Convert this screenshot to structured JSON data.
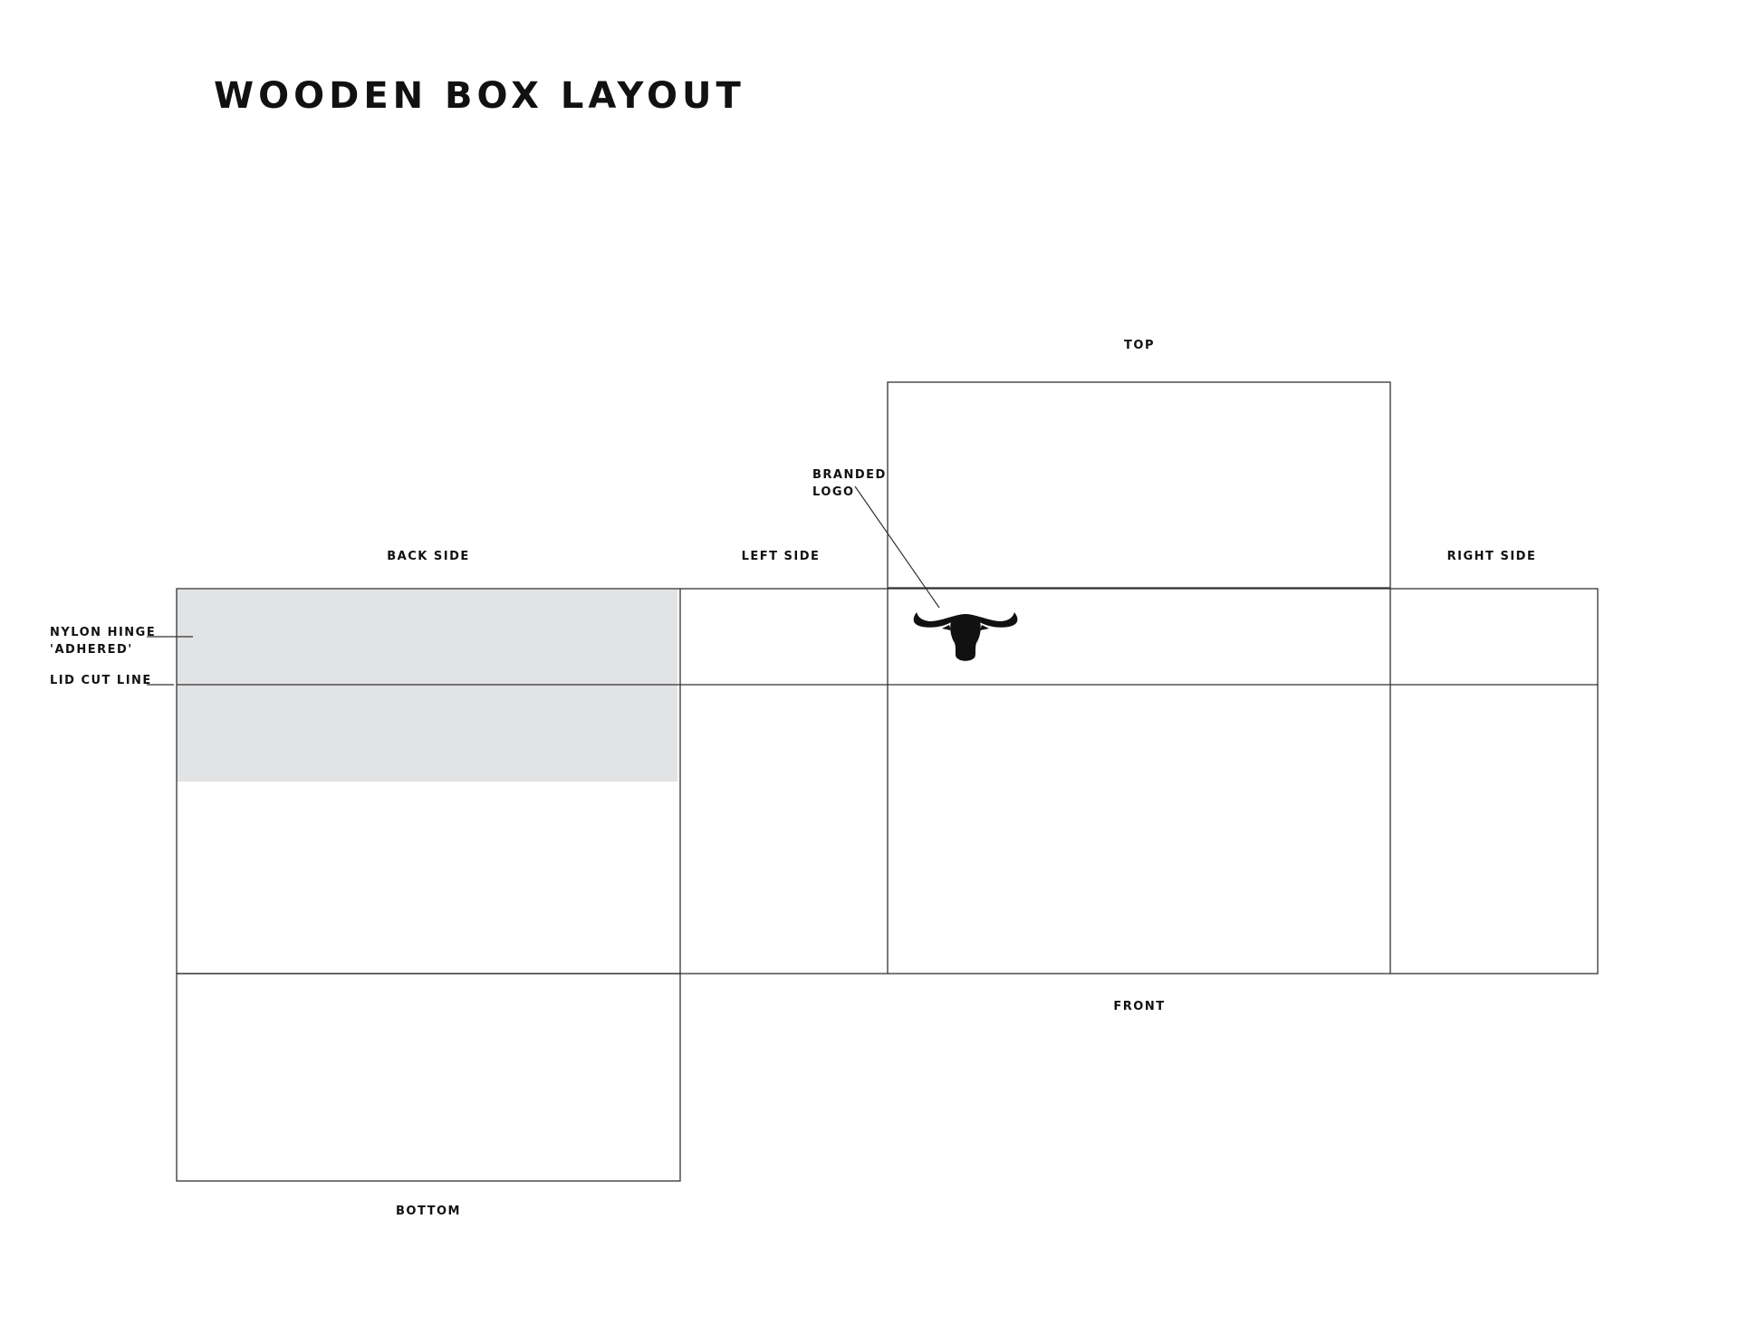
{
  "title": "WOODEN BOX LAYOUT",
  "labels": {
    "top": "TOP",
    "back_side": "BACK SIDE",
    "left_side": "LEFT SIDE",
    "right_side": "RIGHT SIDE",
    "front": "FRONT",
    "bottom": "BOTTOM",
    "branded_logo_line1": "BRANDED",
    "branded_logo_line2": "LOGO",
    "nylon_hinge_line1": "NYLON HINGE",
    "nylon_hinge_line2": "'ADHERED'",
    "lid_cut_line": "LID CUT LINE"
  },
  "logo": {
    "icon": "bull-head-icon"
  },
  "colors": {
    "panel_stroke": "#333333",
    "hinge_fill": "#e2e3e5",
    "logo_fill": "#111111"
  }
}
